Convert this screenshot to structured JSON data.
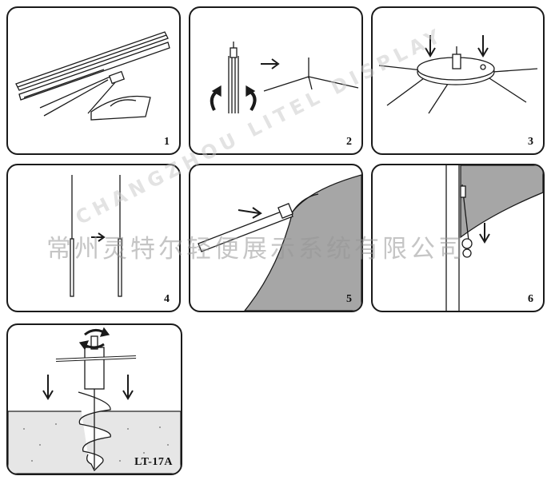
{
  "panels": [
    {
      "step": "1"
    },
    {
      "step": "2"
    },
    {
      "step": "3"
    },
    {
      "step": "4"
    },
    {
      "step": "5"
    },
    {
      "step": "6"
    },
    {
      "step": "",
      "model": "LT-17A"
    }
  ],
  "watermark": {
    "chinese": "常州灵特尔轻便展示系统有限公司",
    "english": "CHANGZHOU LITEL DISPLAY"
  },
  "colors": {
    "stroke": "#1a1a1a",
    "flag": "#a6a6a6",
    "ground": "#e6e6e6"
  }
}
